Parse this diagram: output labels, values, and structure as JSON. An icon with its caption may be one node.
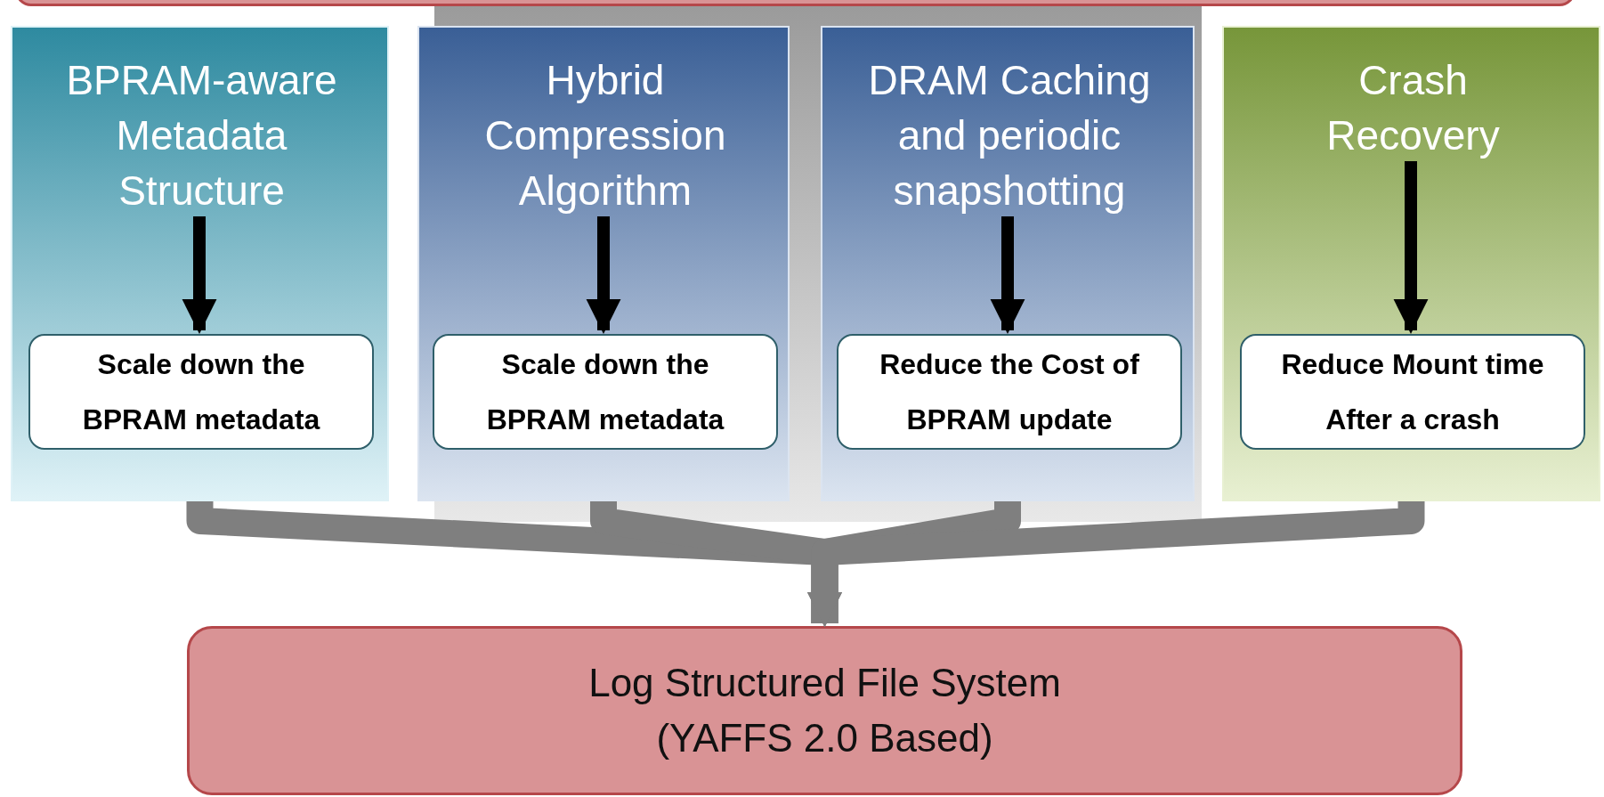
{
  "diagram": {
    "nodes": [
      {
        "text": [],
        "shape": "box"
      },
      {
        "text": [],
        "shape": "box"
      },
      {
        "text": [
          "BPRAM-aware Metadata Structure"
        ],
        "in": 1
      },
      {
        "text": [
          "Scale down the BPRAM metadata"
        ],
        "in": 1
      },
      {
        "text": [],
        "shape": "box"
      },
      {
        "text": [
          "Hybrid Compression Algorithm"
        ],
        "in": 4
      },
      {
        "text": [
          "Scale down the BPRAM metadata"
        ],
        "in": 4
      },
      {
        "text": [],
        "shape": "box"
      },
      {
        "text": [
          "DRAM Caching and periodic snapshotting"
        ],
        "in": 7
      },
      {
        "text": [
          "Reduce the Cost of BPRAM update"
        ],
        "in": 7
      },
      {
        "text": [],
        "shape": "box"
      },
      {
        "text": [
          "Crash Recovery"
        ],
        "in": 10
      },
      {
        "text": [
          "Reduce Mount time After a crash"
        ],
        "in": 10
      },
      {
        "text": [
          "Log Structured File System (YAFFS 2.0 Based)"
        ]
      }
    ],
    "edges": [
      {
        "from": 2,
        "to": 3,
        "arrow": "to"
      },
      {
        "from": 5,
        "to": 6,
        "arrow": "to"
      },
      {
        "from": 8,
        "to": 9,
        "arrow": "to"
      },
      {
        "from": 11,
        "to": 12,
        "arrow": "to"
      },
      {
        "from": 1,
        "to": 13,
        "arrow": "to",
        "style": "thick",
        "color": "#7f7f7f"
      },
      {
        "from": 4,
        "to": 13,
        "arrow": "to",
        "style": "thick",
        "color": "#7f7f7f"
      },
      {
        "from": 7,
        "to": 13,
        "arrow": "to",
        "style": "thick",
        "color": "#7f7f7f"
      },
      {
        "from": 10,
        "to": 13,
        "arrow": "to",
        "style": "thick",
        "color": "#7f7f7f"
      }
    ]
  }
}
